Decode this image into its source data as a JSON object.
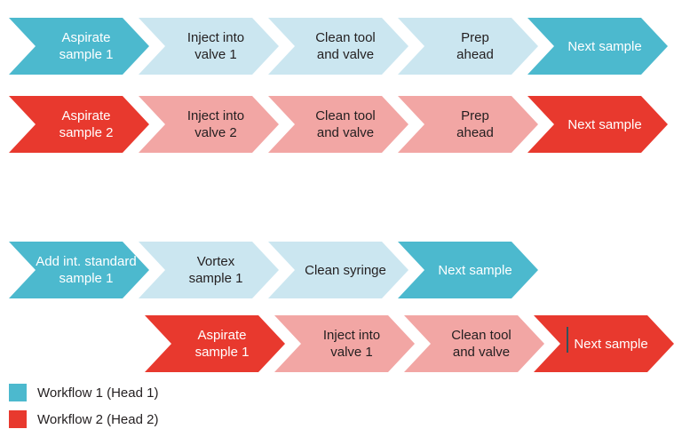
{
  "colors": {
    "background": "#ffffff",
    "workflow1_dark": "#4cb9ce",
    "workflow1_light": "#cbe6f0",
    "workflow2_dark": "#e8392e",
    "workflow2_light": "#f2a6a4",
    "text_on_dark": "#ffffff",
    "text_on_light": "#231f20",
    "cursor": "#33535c"
  },
  "rows": [
    {
      "workflow": "Workflow 1 (Head 1)",
      "steps": [
        {
          "label": "Aspirate\nsample 1",
          "tone": "dark"
        },
        {
          "label": "Inject into\nvalve 1",
          "tone": "light"
        },
        {
          "label": "Clean tool\nand valve",
          "tone": "light"
        },
        {
          "label": "Prep\nahead",
          "tone": "light"
        },
        {
          "label": "Next sample",
          "tone": "dark"
        }
      ]
    },
    {
      "workflow": "Workflow 2 (Head 2)",
      "steps": [
        {
          "label": "Aspirate\nsample 2",
          "tone": "dark"
        },
        {
          "label": "Inject into\nvalve 2",
          "tone": "light"
        },
        {
          "label": "Clean tool\nand valve",
          "tone": "light"
        },
        {
          "label": "Prep\nahead",
          "tone": "light"
        },
        {
          "label": "Next sample",
          "tone": "dark"
        }
      ]
    },
    {
      "workflow": "Workflow 1 (Head 1)",
      "steps": [
        {
          "label": "Add int. standard\nsample 1",
          "tone": "dark"
        },
        {
          "label": "Vortex\nsample 1",
          "tone": "light"
        },
        {
          "label": "Clean syringe",
          "tone": "light"
        },
        {
          "label": "Next sample",
          "tone": "dark"
        }
      ]
    },
    {
      "workflow": "Workflow 2 (Head 2)",
      "steps": [
        {
          "label": "Aspirate\nsample 1",
          "tone": "dark"
        },
        {
          "label": "Inject into\nvalve 1",
          "tone": "light"
        },
        {
          "label": "Clean tool\nand valve",
          "tone": "light"
        },
        {
          "label": "Next sample",
          "tone": "dark"
        }
      ]
    }
  ],
  "legend": {
    "items": [
      {
        "label": "Workflow 1 (Head 1)",
        "color": "#4cb9ce"
      },
      {
        "label": "Workflow 2 (Head 2)",
        "color": "#e8392e"
      }
    ]
  }
}
